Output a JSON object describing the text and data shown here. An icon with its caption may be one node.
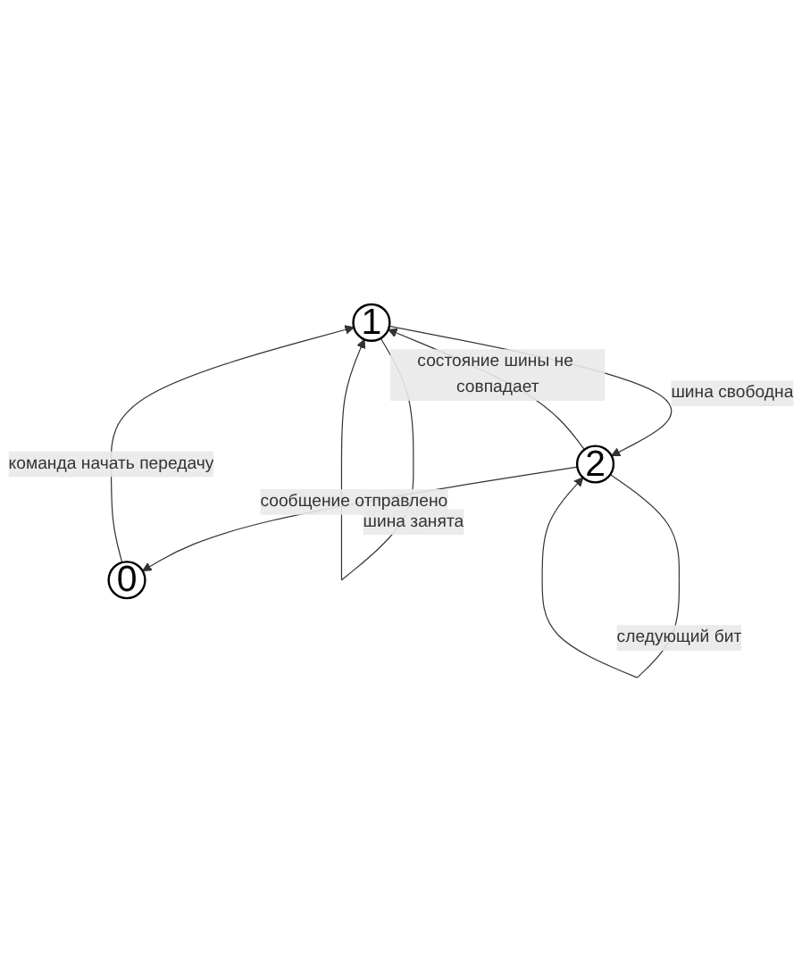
{
  "diagram": {
    "nodes": [
      {
        "text": [
          "1"
        ]
      },
      {
        "text": [
          "0"
        ]
      },
      {
        "text": [
          "2"
        ]
      }
    ],
    "edges": [
      {
        "from": 0,
        "to": 0,
        "arrow": "to",
        "label": "шина занята"
      },
      {
        "from": 1,
        "to": 0,
        "arrow": "to",
        "label": "команда начать передачу"
      },
      {
        "from": 0,
        "to": 2,
        "arrow": "to",
        "label": "шина свободна"
      },
      {
        "from": 2,
        "to": 0,
        "arrow": "to",
        "label": "состояние шины не совпадает"
      },
      {
        "from": 2,
        "to": 1,
        "arrow": "to",
        "label": "сообщение отправлено"
      },
      {
        "from": 2,
        "to": 2,
        "arrow": "to",
        "label": "следующий бит"
      }
    ]
  }
}
